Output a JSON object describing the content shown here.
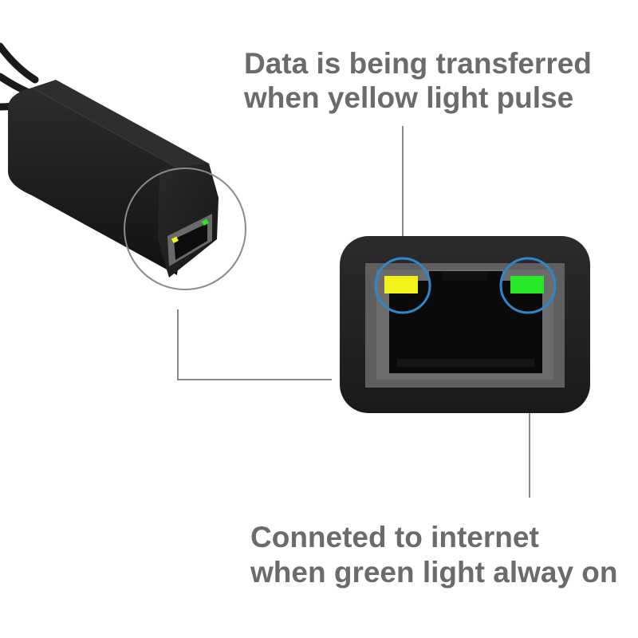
{
  "captions": {
    "yellow_line1": "Data is being transferred",
    "yellow_line2": "when yellow light pulse",
    "green_line1": "Conneted to internet",
    "green_line2": "when green light alway on"
  },
  "colors": {
    "background": "#ffffff",
    "caption_text": "#6b6b6b",
    "device_body": "#1c1c1e",
    "port_frame": "#5f5f60",
    "port_cavity": "#0a0a0a",
    "callout_circle": "#2f86c9",
    "leader_line": "#8a8a8a",
    "yellow_led": "#f2f21a",
    "green_led": "#28e628"
  },
  "icons": {
    "device": "ethernet-adapter-icon",
    "port": "rj45-port-icon",
    "yellow_indicator": "yellow-led-icon",
    "green_indicator": "green-led-icon"
  }
}
